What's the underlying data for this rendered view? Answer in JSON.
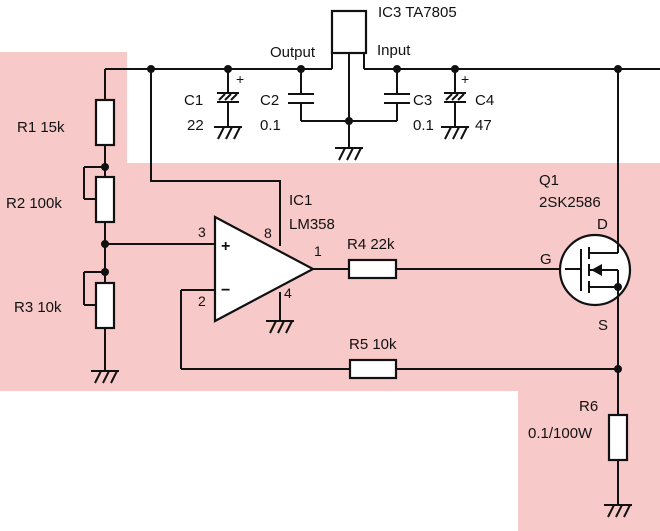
{
  "colors": {
    "highlight": "#f8c9c9",
    "ink": "#111111",
    "background": "#ffffff"
  },
  "regulator": {
    "name": "IC3 TA7805",
    "output_label": "Output",
    "input_label": "Input"
  },
  "capacitors": {
    "c1": {
      "name": "C1",
      "value": "22",
      "polarity": "+"
    },
    "c2": {
      "name": "C2",
      "value": "0.1"
    },
    "c3": {
      "name": "C3",
      "value": "0.1"
    },
    "c4": {
      "name": "C4",
      "value": "47",
      "polarity": "+"
    }
  },
  "resistors": {
    "r1": "R1 15k",
    "r2": "R2 100k",
    "r3": "R3 10k",
    "r4": "R4 22k",
    "r5": "R5 10k",
    "r6_name": "R6",
    "r6_value": "0.1/100W"
  },
  "opamp": {
    "name": "IC1",
    "part": "LM358",
    "pin_plus": "3",
    "pin_minus": "2",
    "pin_out": "1",
    "pin_vcc": "8",
    "pin_gnd": "4",
    "plus_sign": "+",
    "minus_sign": "−"
  },
  "mosfet": {
    "name": "Q1",
    "part": "2SK2586",
    "drain": "D",
    "gate": "G",
    "source": "S"
  },
  "ground_icon": "ground-icon"
}
